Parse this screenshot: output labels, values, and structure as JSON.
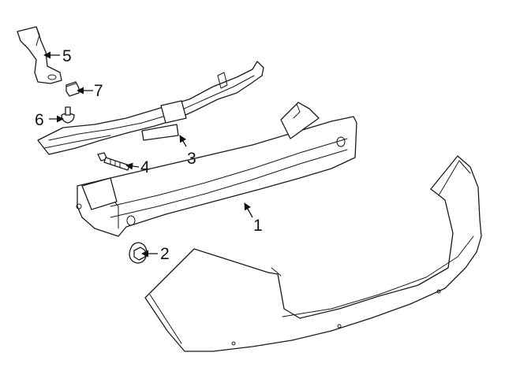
{
  "diagram": {
    "callouts": [
      {
        "id": "bumper-reinforcement",
        "label": "1"
      },
      {
        "id": "nut",
        "label": "2"
      },
      {
        "id": "bracket-center",
        "label": "3"
      },
      {
        "id": "bolt",
        "label": "4"
      },
      {
        "id": "side-bracket",
        "label": "5"
      },
      {
        "id": "push-pin",
        "label": "6"
      },
      {
        "id": "clip",
        "label": "7"
      }
    ]
  }
}
